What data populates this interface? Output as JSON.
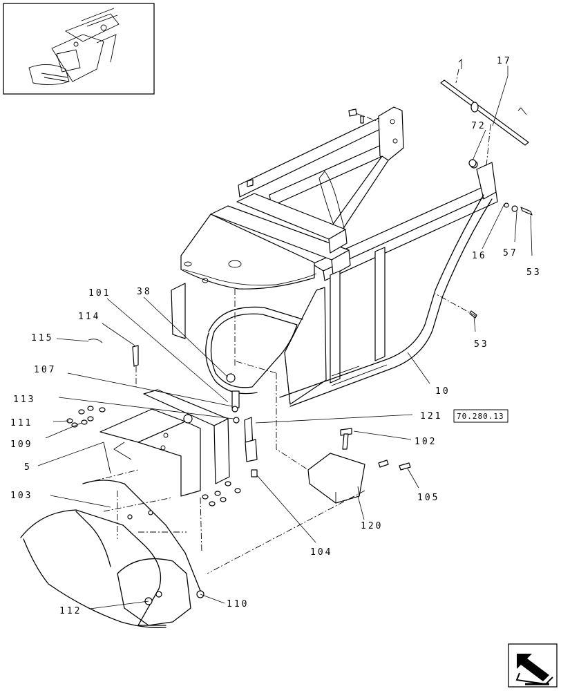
{
  "callouts": {
    "c17": "17",
    "c72": "72",
    "c16": "16",
    "c57": "57",
    "c53a": "53",
    "c53b": "53",
    "c10": "10",
    "c101": "101",
    "c38": "38",
    "c114": "114",
    "c115": "115",
    "c107": "107",
    "c113": "113",
    "c111": "111",
    "c109": "109",
    "c5": "5",
    "c121": "121",
    "c102": "102",
    "c105": "105",
    "c120": "120",
    "c103": "103",
    "c104": "104",
    "c112": "112",
    "c110": "110"
  },
  "reference": "70.280.13",
  "icons": {
    "thumbnail": "overview-thumbnail",
    "nav": "next-page-arrow-icon"
  }
}
